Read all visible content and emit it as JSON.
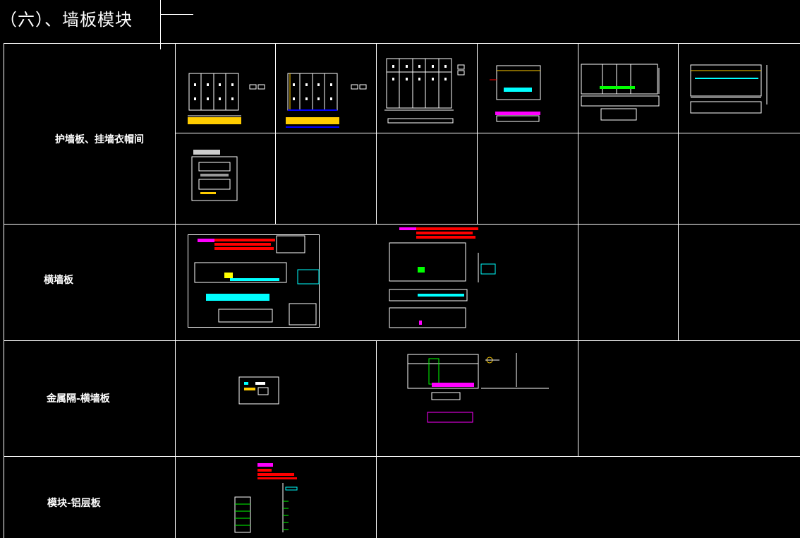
{
  "title": "（六）、墙板模块",
  "rows": [
    {
      "label": "护墙板、挂墙衣帽间"
    },
    {
      "label": "横墙板"
    },
    {
      "label": "金属隔-横墙板"
    },
    {
      "label": "模块-铝层板"
    }
  ],
  "colors": {
    "background": "#000000",
    "grid_line": "#ffffff",
    "cad_yellow": "#ffcc00",
    "cad_red": "#ff0000",
    "cad_magenta": "#ff00ff",
    "cad_cyan": "#00ffff",
    "cad_green": "#00ff00",
    "cad_blue": "#0000ff"
  }
}
